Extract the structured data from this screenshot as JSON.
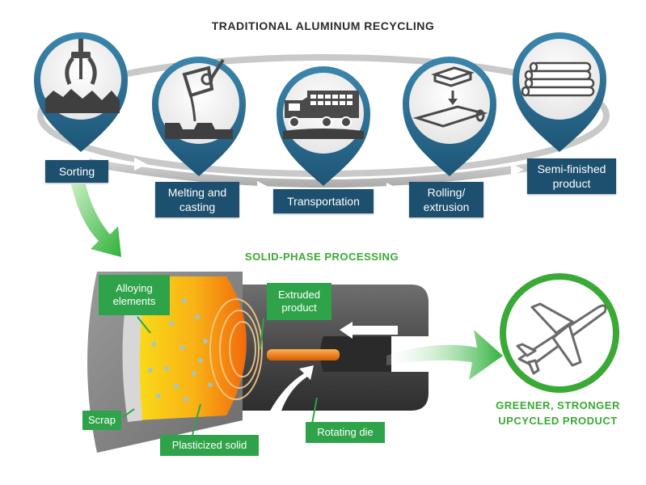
{
  "titles": {
    "top": "TRADITIONAL ALUMINUM RECYCLING",
    "middle": "SOLID-PHASE PROCESSING",
    "product_line1": "GREENER, STRONGER",
    "product_line2": "UPCYCLED PRODUCT"
  },
  "steps": [
    {
      "label": "Sorting",
      "icon": "claw-grabber-icon"
    },
    {
      "label": "Melting and casting",
      "icon": "ladle-pouring-icon"
    },
    {
      "label": "Transportation",
      "icon": "truck-icon"
    },
    {
      "label": "Rolling/ extrusion",
      "icon": "ingot-rolling-icon"
    },
    {
      "label": "Semi-finished product",
      "icon": "pipe-stack-icon"
    }
  ],
  "callouts": {
    "alloying": "Alloying elements",
    "extruded": "Extruded product",
    "scrap": "Scrap",
    "plasticized": "Plasticized solid",
    "rotating": "Rotating die"
  },
  "product_icon": "airplane-icon",
  "colors": {
    "navy": "#1d4f6e",
    "pin_rim": "#2a6d92",
    "green": "#3aa935",
    "label_green": "#2fa34a"
  }
}
